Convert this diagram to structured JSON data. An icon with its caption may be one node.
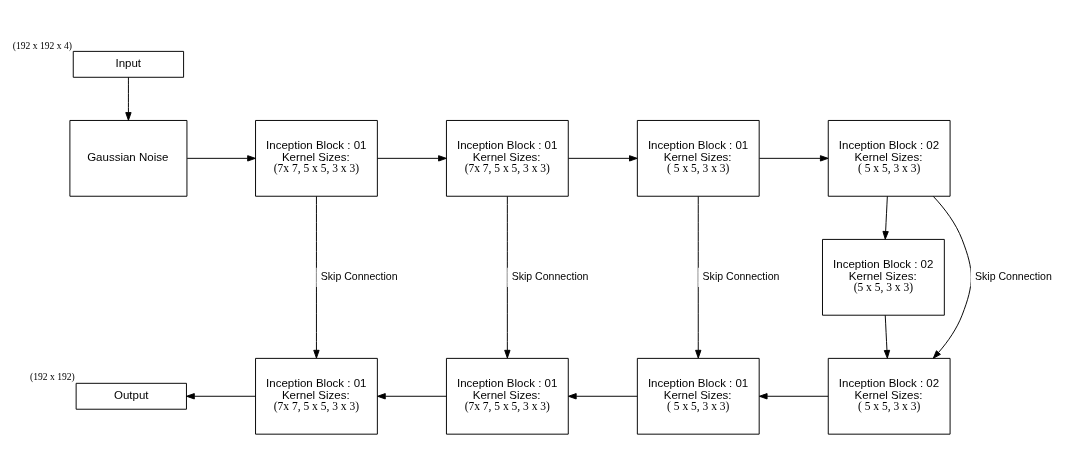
{
  "diagram": {
    "nodes": [
      {
        "text": [
          "Input"
        ],
        "beside": [
          "(192 x 192 x 4)"
        ]
      },
      {
        "text": [
          "Gaussian Noise"
        ]
      },
      {
        "text": [
          "Inception Block : 01",
          "Kernel Sizes:",
          "(7x 7, 5 x 5, 3 x 3)"
        ]
      },
      {
        "text": [
          "Inception Block : 01",
          "Kernel Sizes:",
          "(7x 7, 5 x 5, 3 x 3)"
        ]
      },
      {
        "text": [
          "Inception Block : 01",
          "Kernel Sizes:",
          "( 5 x 5, 3 x 3)"
        ]
      },
      {
        "text": [
          "Inception Block : 02",
          "Kernel Sizes:",
          "( 5 x 5, 3 x 3)"
        ]
      },
      {
        "text": [
          "Inception Block : 02",
          "Kernel Sizes:",
          "(5 x 5, 3 x 3)"
        ]
      },
      {
        "text": [
          "Output"
        ],
        "beside": [
          "(192 x 192)"
        ]
      },
      {
        "text": [
          "Inception Block : 01",
          "Kernel Sizes:",
          "(7x 7, 5 x 5, 3 x 3)"
        ]
      },
      {
        "text": [
          "Inception Block : 01",
          "Kernel Sizes:",
          "(7x 7, 5 x 5, 3 x 3)"
        ]
      },
      {
        "text": [
          "Inception Block : 01",
          "Kernel Sizes:",
          "( 5 x 5, 3 x 3)"
        ]
      },
      {
        "text": [
          "Inception Block : 02",
          "Kernel Sizes:",
          "( 5 x 5, 3 x 3)"
        ]
      }
    ],
    "edges": [
      {
        "from": 0,
        "to": 1,
        "arrow": "to"
      },
      {
        "from": 1,
        "to": 2,
        "arrow": "to"
      },
      {
        "from": 2,
        "to": 3,
        "arrow": "to"
      },
      {
        "from": 3,
        "to": 4,
        "arrow": "to"
      },
      {
        "from": 4,
        "to": 5,
        "arrow": "to"
      },
      {
        "from": 5,
        "to": 6,
        "arrow": "to"
      },
      {
        "from": 6,
        "to": 11,
        "arrow": "to"
      },
      {
        "from": 11,
        "to": 10,
        "arrow": "to"
      },
      {
        "from": 10,
        "to": 9,
        "arrow": "to"
      },
      {
        "from": 9,
        "to": 8,
        "arrow": "to"
      },
      {
        "from": 8,
        "to": 7,
        "arrow": "to"
      },
      {
        "from": 2,
        "to": 8,
        "arrow": "to",
        "label": "Skip Connection"
      },
      {
        "from": 3,
        "to": 9,
        "arrow": "to",
        "label": "Skip Connection"
      },
      {
        "from": 4,
        "to": 10,
        "arrow": "to",
        "label": "Skip Connection"
      },
      {
        "from": 5,
        "to": 11,
        "arrow": "to",
        "label": "Skip Connection"
      }
    ]
  }
}
